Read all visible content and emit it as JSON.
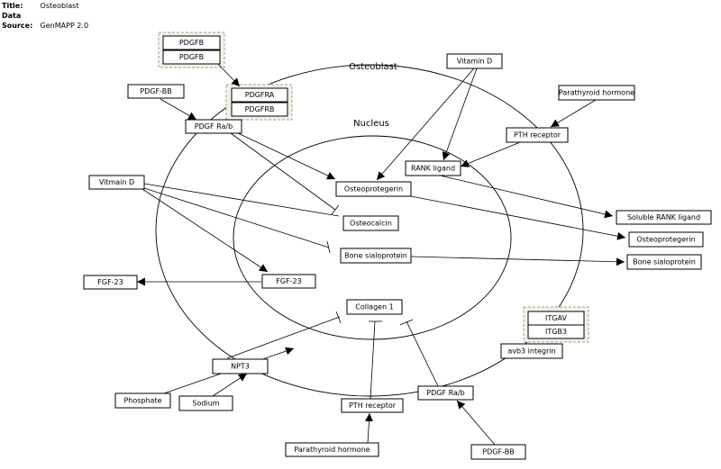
{
  "header": {
    "title_key": "Title:",
    "title_value": "Osteoblast",
    "source_key": "Data Source:",
    "source_value": "GenMAPP 2.0"
  },
  "labels": {
    "osteoblast": "Osteoblast",
    "nucleus": "Nucleus"
  },
  "nodes": {
    "pdgfb_1": "PDGFB",
    "pdgfb_2": "PDGFB",
    "pdgfra": "PDGFRA",
    "pdgfrb": "PDGFRB",
    "pdgf_bb_top": "PDGF-BB",
    "pdgf_rab_top": "PDGF Ra/b",
    "vitamin_d_top": "Vitamin D",
    "parathyroid_hormone_top": "Parathyroid hormone",
    "pth_receptor_top": "PTH receptor",
    "rank_ligand": "RANK ligand",
    "osteoprotegerin_nuc": "Osteoprotegerin",
    "vitmain_d_left": "Vitmain D",
    "osteocalcin": "Osteocalcin",
    "bone_sialoprotein_nuc": "Bone sialoprotein",
    "soluble_rank_ligand": "Soluble RANK ligand",
    "osteoprotegerin_out": "Osteoprotegerin",
    "bone_sialoprotein_out": "Bone sialoprotein",
    "fgf23_left": "FGF-23",
    "fgf23_mid": "FGF-23",
    "collagen_1": "Collagen 1",
    "itgav": "ITGAV",
    "itgb3": "ITGB3",
    "avb3_integrin": "avb3 integrin",
    "npt3": "NPT3",
    "phosphate": "Phosphate",
    "sodium": "Sodium",
    "pth_receptor_bottom": "PTH receptor",
    "pdgf_rab_bottom": "PDGF Ra/b",
    "parathyroid_hormone_bottom": "Parathyroid hormone",
    "pdgf_bb_bottom": "PDGF-BB"
  }
}
